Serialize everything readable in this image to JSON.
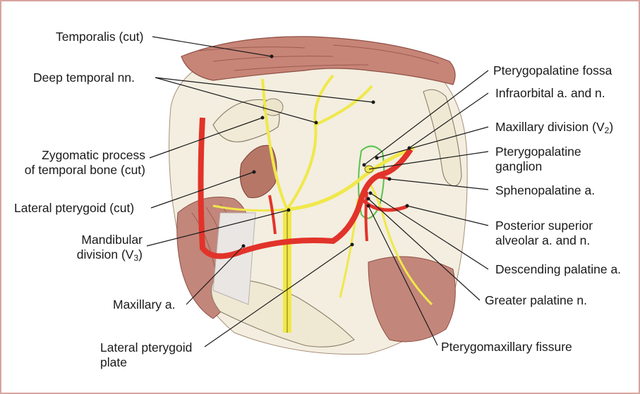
{
  "figure": {
    "colors": {
      "border": "#d8a4a0",
      "artery": "#e2332a",
      "nerve": "#f0e84a",
      "muscle": "#c98a7c",
      "bone": "#efe9d4",
      "leader": "#1a1a1a",
      "fossa_outline": "#59c24a"
    },
    "labels_left": {
      "temporalis": "Temporalis (cut)",
      "deep_temporal": "Deep temporal nn.",
      "zygomatic_1": "Zygomatic process",
      "zygomatic_2": "of temporal bone (cut)",
      "lateral_pterygoid": "Lateral pterygoid (cut)",
      "mandibular_1": "Mandibular",
      "mandibular_2": "division (V",
      "mandibular_sub": "3",
      "mandibular_close": ")",
      "maxillary_a": "Maxillary a.",
      "lateral_plate_1": "Lateral pterygoid",
      "lateral_plate_2": "plate"
    },
    "labels_right": {
      "ppf": "Pterygopalatine fossa",
      "infraorbital": "Infraorbital a. and n.",
      "maxillary_div": "Maxillary division (V",
      "maxillary_sub": "2",
      "maxillary_close": ")",
      "ppg_1": "Pterygopalatine",
      "ppg_2": "ganglion",
      "sphenopalatine": "Sphenopalatine a.",
      "psa_1": "Posterior superior",
      "psa_2": "alveolar a. and n.",
      "descending": "Descending palatine a.",
      "greater_palatine": "Greater palatine n.",
      "ptm_fissure": "Pterygomaxillary fissure"
    }
  }
}
